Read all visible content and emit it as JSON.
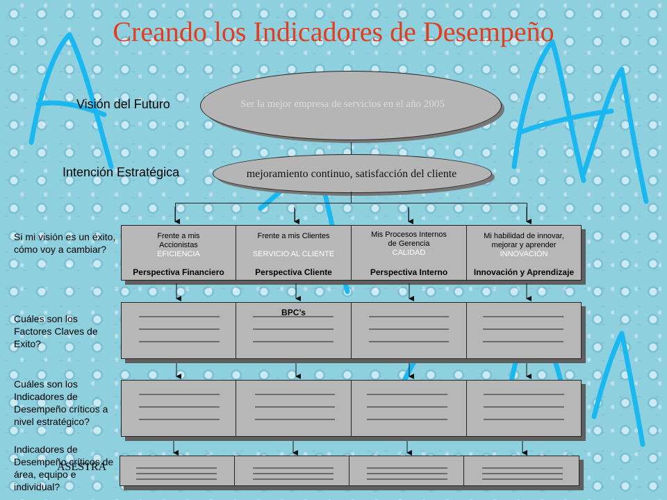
{
  "title": "Creando los Indicadores de Desempeño",
  "vision": {
    "label": "Visión del Futuro",
    "text": "Ser la mejor empresa de servicios en el año 2005"
  },
  "intencion": {
    "label": "Intención Estratégica",
    "text": "mejoramiento continuo, satisfacción del cliente"
  },
  "questions": [
    "Si mi visión es un éxito, cómo voy a cambiar?",
    "Cuáles son los Factores Claves de Exito?",
    "Cuáles son los Indicadores de Desempeño críticos a nivel estratégico?",
    "Indicadores de Desempeño críticos de área, equipo e individual?"
  ],
  "perspectives": [
    {
      "line1": "Frente a mis",
      "line2": "Accionistas",
      "sub": "EFICIENCIA",
      "name": "Perspectiva Financiero"
    },
    {
      "line1": "Frente a mis Clientes",
      "line2": "",
      "sub": "SERVICIO AL CLIENTE",
      "name": "Perspectiva Cliente"
    },
    {
      "line1": "Mis Procesos Internos",
      "line2": "de Gerencia",
      "sub": "CALIDAD",
      "name": "Perspectiva Interno"
    },
    {
      "line1": "Mi habilidad de innovar,",
      "line2": "mejorar y aprender",
      "sub": "INNOVACIÓN",
      "name": "Innovación y Aprendizaje"
    }
  ],
  "bpc_label": "BPC’s",
  "footer": "ASESTRA",
  "colors": {
    "title": "#e23d1e",
    "box": "#b7b7b7",
    "sub_text": "#ffffff",
    "decor_stroke": "#19b8f0"
  }
}
